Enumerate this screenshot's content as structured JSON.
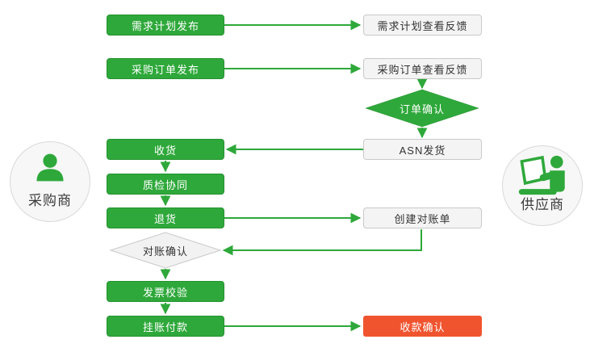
{
  "theme": {
    "green": "#2ea83a",
    "green_dark": "#249230",
    "red": "#f0542f",
    "node_bg": "#f4f4f4",
    "node_border": "#c9c9c9",
    "text_dark": "#333333",
    "circle_bg": "#f7f7f7",
    "circle_border": "#d9d9d9"
  },
  "actors": {
    "buyer": {
      "label": "采购商",
      "icon": "person-icon"
    },
    "supplier": {
      "label": "供应商",
      "icon": "person-laptop-icon"
    }
  },
  "nodes": {
    "demand_plan_release": {
      "label": "需求计划发布",
      "type": "process-green"
    },
    "demand_plan_feedback": {
      "label": "需求计划查看反馈",
      "type": "process-light"
    },
    "po_release": {
      "label": "采购订单发布",
      "type": "process-green"
    },
    "po_feedback": {
      "label": "采购订单查看反馈",
      "type": "process-light"
    },
    "order_confirm": {
      "label": "订单确认",
      "type": "decision-green"
    },
    "asn_ship": {
      "label": "ASN发货",
      "type": "process-light"
    },
    "receiving": {
      "label": "收货",
      "type": "process-green"
    },
    "quality_collab": {
      "label": "质检协同",
      "type": "process-green"
    },
    "return_goods": {
      "label": "退货",
      "type": "process-green"
    },
    "create_statement": {
      "label": "创建对账单",
      "type": "process-light"
    },
    "recon_confirm": {
      "label": "对账确认",
      "type": "decision-light"
    },
    "invoice_verify": {
      "label": "发票校验",
      "type": "process-green"
    },
    "book_payment": {
      "label": "挂账付款",
      "type": "process-green"
    },
    "receipt_confirm": {
      "label": "收款确认",
      "type": "process-red"
    }
  }
}
